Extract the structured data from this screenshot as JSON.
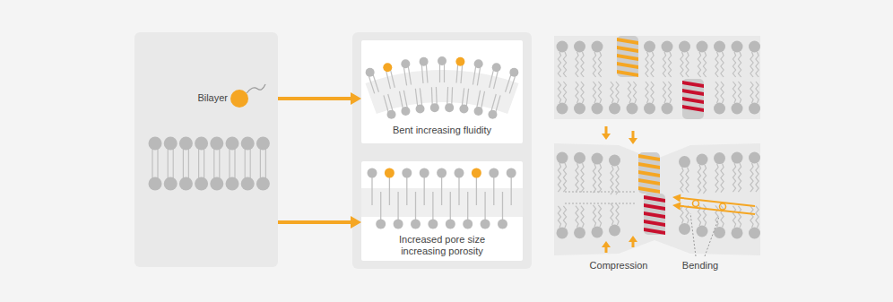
{
  "diagram": {
    "nodes": [
      {
        "text": [
          "Bilayer"
        ]
      },
      {
        "text": [
          "Bent increasing fluidity"
        ]
      },
      {
        "text": [
          "Increased pore size increasing porosity"
        ]
      }
    ],
    "edges": [
      {
        "from": 0,
        "to": 1,
        "arrow": "to"
      },
      {
        "from": 0,
        "to": 2,
        "arrow": "to"
      }
    ],
    "labels": [
      "Compression",
      "Bending"
    ]
  }
}
